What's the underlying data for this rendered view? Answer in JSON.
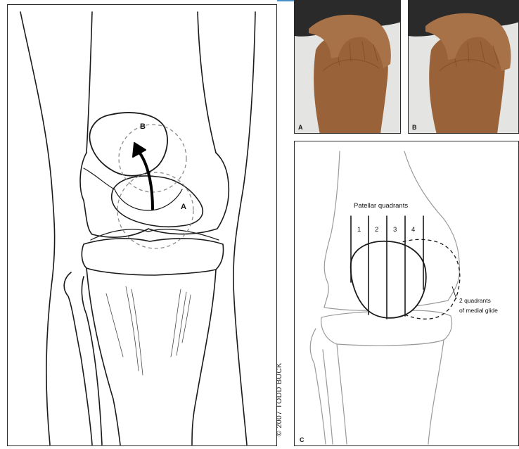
{
  "left_figure": {
    "label_b": "B",
    "label_a": "A"
  },
  "photos": {
    "a_label": "A",
    "b_label": "B"
  },
  "panel_c": {
    "letter": "C",
    "title": "Patellar quadrants",
    "quadrants": [
      "1",
      "2",
      "3",
      "4"
    ],
    "glide_label_line1": "2 quadrants",
    "glide_label_line2": "of medial glide"
  },
  "copyright": "© 2007 TODD BUCK",
  "colors": {
    "line": "#1a1a1a",
    "faint_line": "#9a9a9a",
    "accent": "#4a90c8",
    "skin": "#a06a3e",
    "sheet": "#e4e4e2"
  }
}
